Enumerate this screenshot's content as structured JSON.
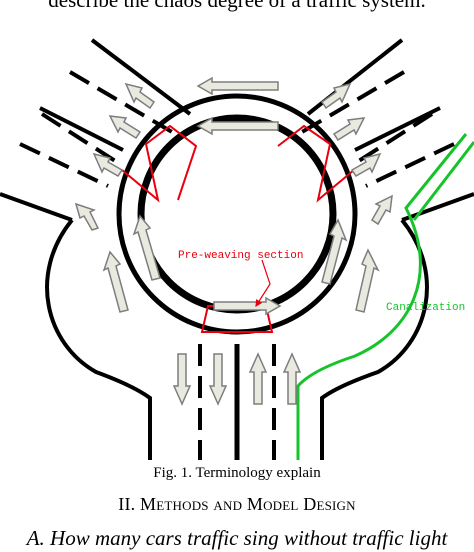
{
  "header_text": "describe the chaos degree of a traffic system.",
  "figure": {
    "labels": {
      "pre_weaving": "Pre-weaving section",
      "canalization": "Canalization"
    },
    "colors": {
      "road": "#000000",
      "arrow_fill": "#e9e9e0",
      "arrow_stroke": "#7d7d7d",
      "pre_weaving": "#e8000e",
      "canalization": "#17c32a",
      "background": "#ffffff"
    }
  },
  "caption": "Fig. 1. Terminology explain",
  "section": {
    "number": "II.",
    "title": "Methods and Model Design"
  },
  "bottom_text": "A.   How many cars traffic sing without traffic light"
}
